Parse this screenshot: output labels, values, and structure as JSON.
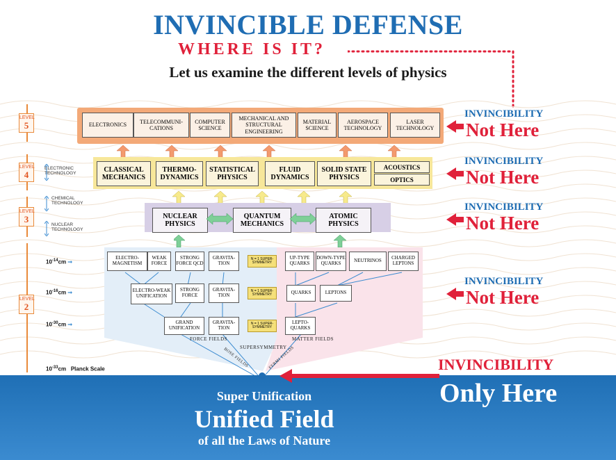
{
  "header": {
    "title": "INVINCIBLE DEFENSE",
    "subtitle": "WHERE IS IT?",
    "tagline": "Let us examine the different levels of physics"
  },
  "levels": [
    {
      "word": "LEVEL",
      "num": "5"
    },
    {
      "word": "LEVEL",
      "num": "4",
      "tech": "ELECTRONIC TECHNOLOGY"
    },
    {
      "word": "LEVEL",
      "num": "3",
      "tech_top": "CHEMICAL TECHNOLOGY",
      "tech_bottom": "NUCLEAR TECHNOLOGY"
    },
    {
      "word": "LEVEL",
      "num": "2"
    }
  ],
  "scale": [
    {
      "value": "10",
      "exp": "-14",
      "unit": "cm"
    },
    {
      "value": "10",
      "exp": "-16",
      "unit": "cm"
    },
    {
      "value": "10",
      "exp": "-30",
      "unit": "cm"
    },
    {
      "value": "10",
      "exp": "-33",
      "unit": "cm",
      "note": "Planck Scale"
    }
  ],
  "level5": [
    "ELECTRONICS",
    "TELECOMMUNI-CATIONS",
    "COMPUTER SCIENCE",
    "MECHANICAL AND STRUCTURAL ENGINEERING",
    "MATERIAL SCIENCE",
    "AEROSPACE TECHNOLOGY",
    "LASER TECHNOLOGY"
  ],
  "level4": [
    "CLASSICAL MECHANICS",
    "THERMO-DYNAMICS",
    "STATISTICAL PHYSICS",
    "FLUID DYNAMICS",
    "SOLID STATE PHYSICS",
    "ACOUSTICS",
    "OPTICS"
  ],
  "level3": [
    "NUCLEAR PHYSICS",
    "QUANTUM MECHANICS",
    "ATOMIC PHYSICS"
  ],
  "level2": {
    "force_row1": [
      "ELECTRO-MAGNETISM",
      "WEAK FORCE",
      "STRONG FORCE QCD",
      "GRAVITA-TION"
    ],
    "force_row2": [
      "ELECTRO-WEAK UNIFICATION",
      "STRONG FORCE",
      "GRAVITA-TION"
    ],
    "force_row3": [
      "GRAND UNIFICATION",
      "GRAVITA-TION"
    ],
    "susy": [
      "N = 1 SUPER-SYMMETRY",
      "N = 1 SUPER-SYMMETRY",
      "N = 1 SUPER-SYMMETRY"
    ],
    "matter_row1": [
      "UP-TYPE QUARKS",
      "DOWN-TYPE QUARKS",
      "NEUTRINOS",
      "CHARGED LEPTONS"
    ],
    "matter_row2": [
      "QUARKS",
      "LEPTONS"
    ],
    "matter_row3": [
      "LEPTO-QUARKS"
    ],
    "force_fields": "FORCE FIELDS",
    "matter_fields": "MATTER FIELDS",
    "supersymmetry": "SUPERSYMMETRY",
    "bose_fields": "BOSE FIELDS",
    "fermi_fields": "FERMI FIELDS"
  },
  "side": [
    {
      "small": "INVINCIBILITY",
      "big": "Not Here"
    },
    {
      "small": "INVINCIBILITY",
      "big": "Not Here"
    },
    {
      "small": "INVINCIBILITY",
      "big": "Not Here"
    },
    {
      "small": "INVINCIBILITY",
      "big": "Not Here"
    }
  ],
  "only": {
    "small": "INVINCIBILITY",
    "big": "Only Here"
  },
  "bottom": {
    "line1": "Super Unification",
    "line2": "Unified Field",
    "line3": "of all the Laws of Nature"
  },
  "colors": {
    "blue": "#1f6db3",
    "red": "#e0213a",
    "orange": "#f3a978",
    "yellow": "#f7e79a",
    "lavender": "#d7cfe6"
  }
}
